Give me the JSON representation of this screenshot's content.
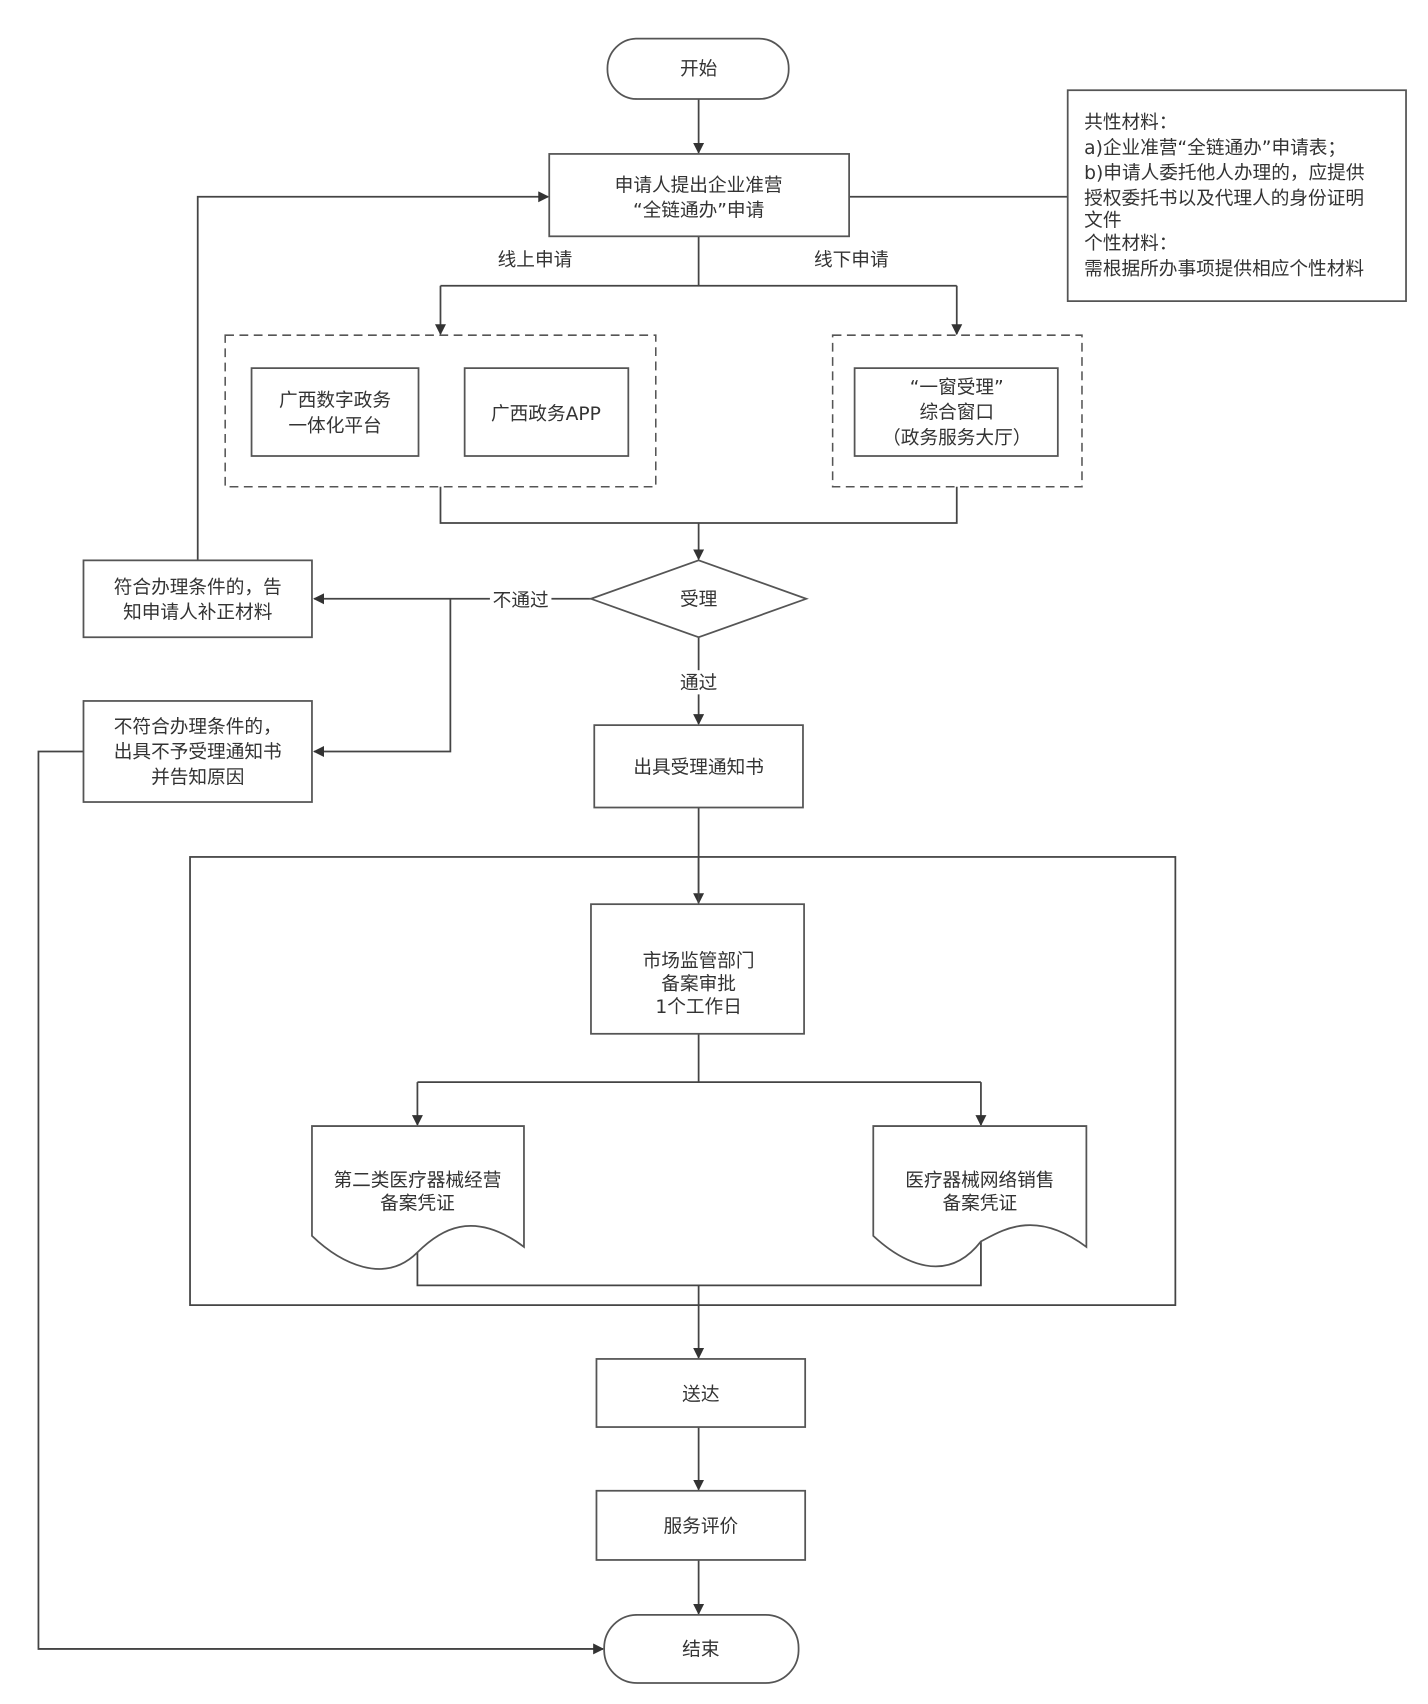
{
  "start": "开始",
  "apply": [
    "申请人提出企业准营",
    "“全链通办”申请"
  ],
  "note": [
    "共性材料：",
    "a)企业准营“全链通办”申请表；",
    "b)申请人委托他人办理的，应提供",
    "授权委托书以及代理人的身份证明",
    "文件",
    "个性材料：",
    "需根据所办事项提供相应个性材料"
  ],
  "online_label": "线上申请",
  "offline_label": "线下申请",
  "platform": [
    "广西数字政务",
    "一体化平台"
  ],
  "app": "广西政务APP",
  "window": [
    "“一窗受理”",
    "综合窗口",
    "（政务服务大厅）"
  ],
  "accept": "受理",
  "reject_label": "不通过",
  "pass_label": "通过",
  "supplement": [
    "符合办理条件的，告",
    "知申请人补正材料"
  ],
  "refuse": [
    "不符合办理条件的，",
    "出具不予受理通知书",
    "并告知原因"
  ],
  "notice": "出具受理通知书",
  "review": [
    "市场监管部门",
    "备案审批",
    "1个工作日"
  ],
  "doc_left": [
    "第二类医疗器械经营",
    "备案凭证"
  ],
  "doc_right": [
    "医疗器械网络销售",
    "备案凭证"
  ],
  "deliver": "送达",
  "evaluate": "服务评价",
  "end": "结束"
}
